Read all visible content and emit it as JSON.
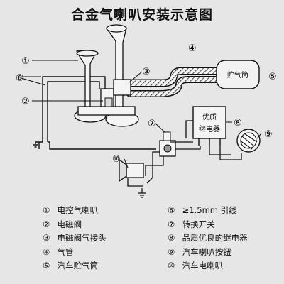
{
  "title": "合金气喇叭安装示意图",
  "callouts": {
    "c1": "①",
    "c2": "②",
    "c3": "③",
    "c4": "④",
    "c5": "⑤",
    "c6": "⑥",
    "c7": "⑦",
    "c8": "⑧",
    "c9": "⑨",
    "c10": "⑩"
  },
  "boxes": {
    "reservoir": "贮气筒",
    "relay_line1": "优质",
    "relay_line2": "继电器"
  },
  "legend": {
    "left": [
      {
        "num": "①",
        "text": "电控气喇叭"
      },
      {
        "num": "②",
        "text": "电磁阀"
      },
      {
        "num": "③",
        "text": "电磁阀气接头"
      },
      {
        "num": "④",
        "text": "气管"
      },
      {
        "num": "⑤",
        "text": "汽车贮气筒"
      }
    ],
    "right": [
      {
        "num": "⑥",
        "text": "≥1.5mm 引线"
      },
      {
        "num": "⑦",
        "text": "转换开关"
      },
      {
        "num": "⑧",
        "text": "品质优良的继电器"
      },
      {
        "num": "⑨",
        "text": "汽车喇叭按钮"
      },
      {
        "num": "⑩",
        "text": "汽车电喇叭"
      }
    ]
  }
}
